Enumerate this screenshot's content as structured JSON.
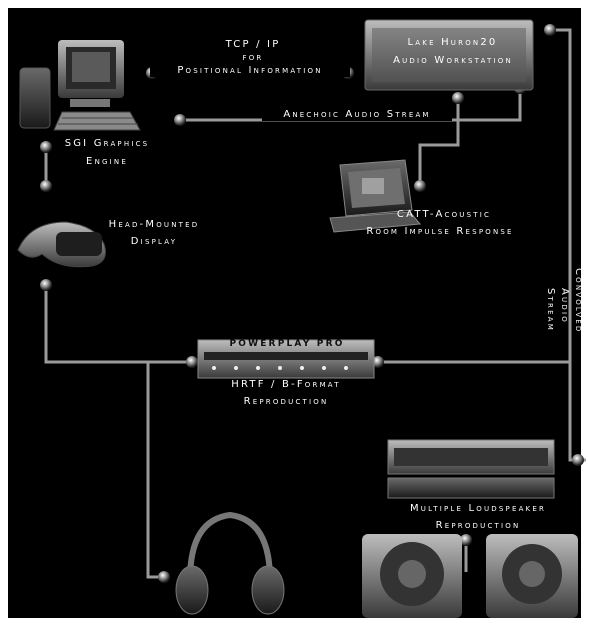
{
  "labels": {
    "tcp_line1": "TCP / IP",
    "tcp_line2": "for",
    "tcp_line3": "Positional Information",
    "lake_line1": "Lake Huron20",
    "lake_line2": "Audio Workstation",
    "anechoic": "Anechoic Audio Stream",
    "sgi_line1": "SGI Graphics",
    "sgi_line2": "Engine",
    "hmd_line1": "Head-Mounted",
    "hmd_line2": "Display",
    "catt_line1": "CATT-Acoustic",
    "catt_line2": "Room Impulse Response",
    "convolved_line1": "Convolved",
    "convolved_line2": "Audio",
    "convolved_line3": "Stream",
    "hrtf_line1": "HRTF / B-Format",
    "hrtf_line2": "Reproduction",
    "powerplay": "POWERPLAY PRO",
    "multi_line1": "Multiple Loudspeaker",
    "multi_line2": "Reproduction"
  },
  "colors": {
    "background": "#000000",
    "wire": "#9a9a9a",
    "text": "#ffffff"
  }
}
